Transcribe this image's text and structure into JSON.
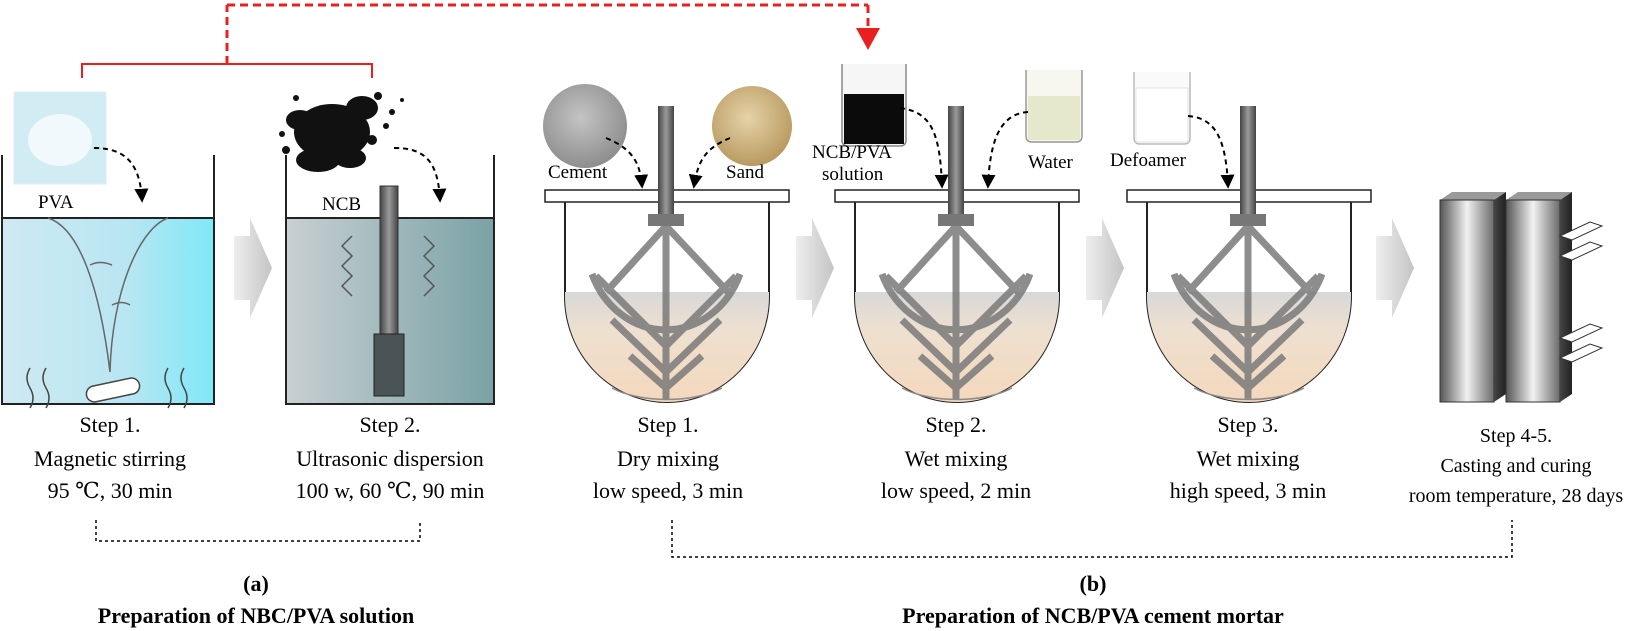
{
  "part_a": {
    "label": "(a)",
    "title": "Preparation of NBC/PVA solution",
    "steps": [
      {
        "step": "Step 1.",
        "line1": "Magnetic stirring",
        "line2": "95 ℃, 30 min",
        "material": "PVA"
      },
      {
        "step": "Step 2.",
        "line1": "Ultrasonic dispersion",
        "line2": "100 w, 60 ℃, 90 min",
        "material": "NCB"
      }
    ]
  },
  "part_b": {
    "label": "(b)",
    "title": "Preparation of NCB/PVA cement mortar",
    "steps": [
      {
        "step": "Step 1.",
        "line1": "Dry mixing",
        "line2": "low speed, 3 min",
        "materials": [
          "Cement",
          "Sand"
        ]
      },
      {
        "step": "Step 2.",
        "line1": "Wet mixing",
        "line2": "low speed, 2 min",
        "materials": [
          "NCB/PVA",
          "solution",
          "Water"
        ]
      },
      {
        "step": "Step 3.",
        "line1": "Wet mixing",
        "line2": "high speed, 3 min",
        "materials": [
          "Defoamer"
        ]
      },
      {
        "step": "Step 4-5.",
        "line1": "Casting and curing",
        "line2": "room temperature, 28 days"
      }
    ]
  },
  "colors": {
    "feed_line": "#e82020",
    "arrow": "#c8c8c8",
    "mortar": "#f0d8c0",
    "vessel_line": "#222222"
  }
}
